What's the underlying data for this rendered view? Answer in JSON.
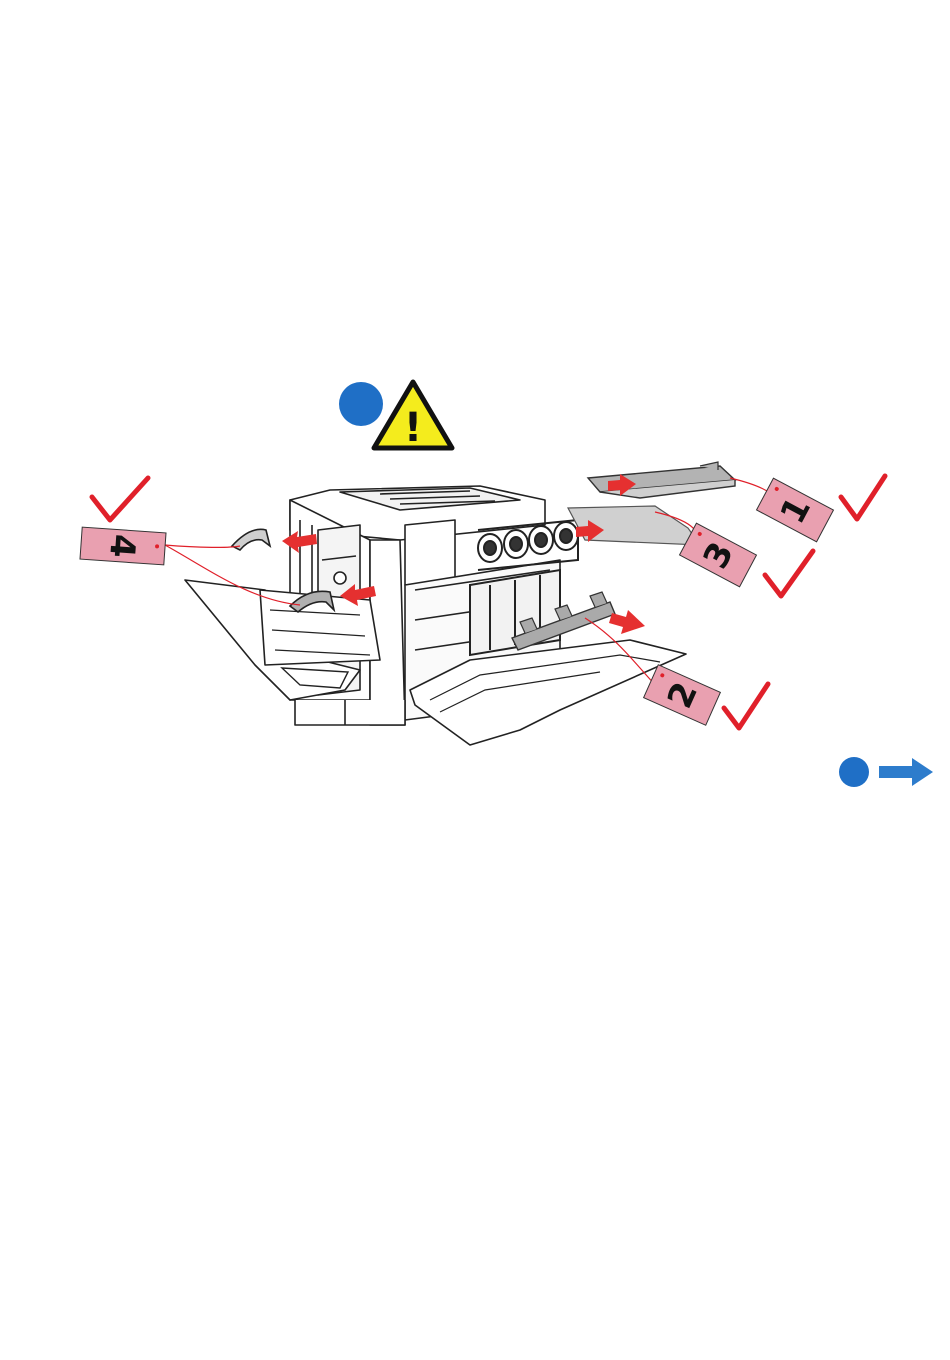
{
  "colors": {
    "step_dot": "#1f6fc6",
    "warning_fill": "#f4ec1d",
    "tag_fill": "#e9a0b0",
    "check": "#e0202a",
    "arrow_red": "#e53030",
    "arrow_blue": "#2d7ccc",
    "line_art": "#222222",
    "part_gray": "#b3b3b3"
  },
  "icons": {
    "step_marker": "circle",
    "warning": "warning-triangle",
    "check": "check-mark",
    "next": "arrow-right"
  },
  "warning": {
    "symbol": "!"
  },
  "tags": [
    {
      "number": "1"
    },
    {
      "number": "2"
    },
    {
      "number": "3"
    },
    {
      "number": "4"
    }
  ]
}
